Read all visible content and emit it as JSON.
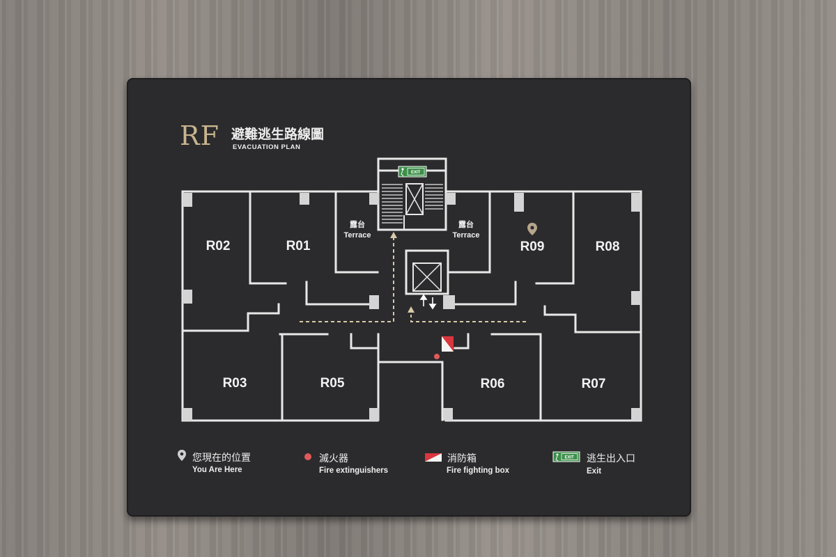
{
  "sign": {
    "logo": "RF",
    "title_zh": "避難逃生路線圖",
    "title_en": "EVACUATION PLAN"
  },
  "rooms": [
    "R02",
    "R01",
    "R09",
    "R08",
    "R03",
    "R05",
    "R06",
    "R07"
  ],
  "terraces": [
    {
      "zh": "露台",
      "en": "Terrace"
    },
    {
      "zh": "露台",
      "en": "Terrace"
    }
  ],
  "exit_sign_text": "EXIT",
  "legend": [
    {
      "icon": "location-pin-icon",
      "zh": "您現在的位置",
      "en": "You Are Here"
    },
    {
      "icon": "red-dot-icon",
      "zh": "滅火器",
      "en": "Fire extinguishers"
    },
    {
      "icon": "fire-box-icon",
      "zh": "消防箱",
      "en": "Fire fighting box"
    },
    {
      "icon": "exit-sign-icon",
      "zh": "逃生出入口",
      "en": "Exit"
    }
  ],
  "colors": {
    "panel": "#2b2b2d",
    "walls": "#e8e8e8",
    "logo": "#c8b48e",
    "route": "#d9c9a8",
    "extinguisher": "#e05a5a",
    "fire_box": "#d9363e",
    "exit_green": "#3d8f4a"
  }
}
